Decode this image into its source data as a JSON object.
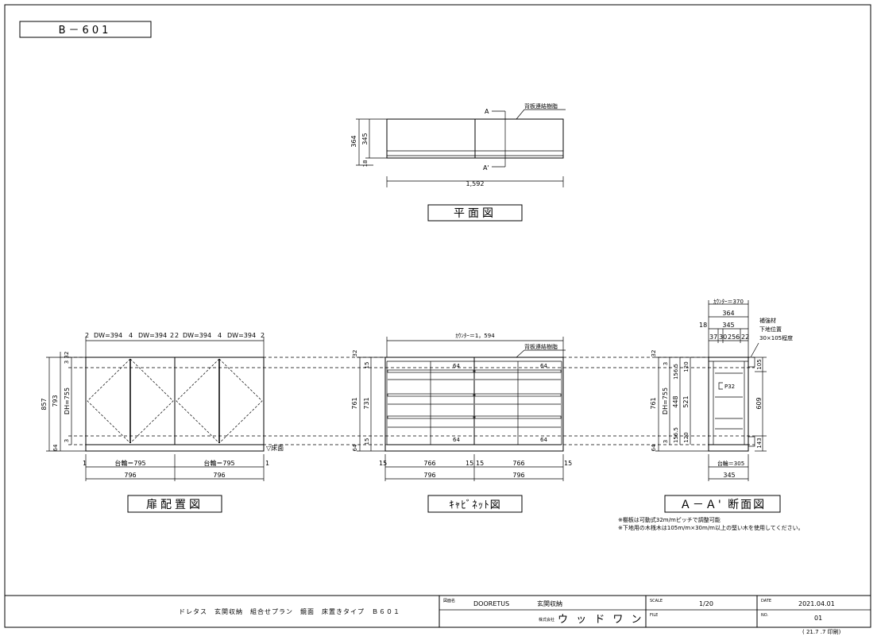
{
  "drawing_id": "B－601",
  "views": {
    "plan": {
      "title": "平面図",
      "section_a": "A",
      "section_a2": "A'",
      "back_panel_note": "背板連結樹脂",
      "dim_width": "1,592",
      "dim_depth_total": "364",
      "dim_depth_inner": "345",
      "dim_depth_back": "18"
    },
    "door": {
      "title": "扉配置図",
      "top_dims": [
        "2",
        "DW=394",
        "4",
        "DW=394",
        "2",
        "2",
        "DW=394",
        "4",
        "DW=394",
        "2"
      ],
      "left_dims": [
        "32",
        "3",
        "857",
        "793",
        "DH=755",
        "3",
        "64"
      ],
      "floor_label": "▽床面",
      "base_dims": [
        "台輪＝795",
        "台輪＝795"
      ],
      "end_dims": [
        "1",
        "1"
      ],
      "bottom_dims": [
        "796",
        "796"
      ]
    },
    "cabinet": {
      "title": "ｷｬﾋﾞﾈｯﾄ図",
      "counter_width": "ｶｳﾝﾀｰ＝1，594",
      "back_panel_note": "背板連結樹脂",
      "left_dims": [
        "32",
        "15",
        "761",
        "731",
        "15",
        "64"
      ],
      "inner_dims": [
        "64",
        "64",
        "64",
        "64"
      ],
      "base_dims": [
        "15",
        "766",
        "15",
        "15",
        "766",
        "15"
      ],
      "bottom_dims": [
        "796",
        "796"
      ]
    },
    "section": {
      "title": "Ａ－Ａ' 断面図",
      "counter_depth": "ｶｳﾝﾀｰ＝370",
      "depth_dims": [
        "364",
        "18",
        "345"
      ],
      "part_dims": [
        "37",
        "30",
        "256",
        "22"
      ],
      "reinforce_note": [
        "補強材",
        "下地位置",
        "30×105程度"
      ],
      "left_dims": [
        "32",
        "3",
        "156.5",
        "761",
        "DH=755",
        "448",
        "521",
        "156.5",
        "3",
        "64"
      ],
      "small_dims": [
        "120",
        "120"
      ],
      "right_dims": [
        "105",
        "609",
        "143"
      ],
      "pitch_label": "P32",
      "base_dim": "台輪＝305",
      "bottom_dim": "345"
    }
  },
  "notes": [
    "※棚板は可動式32m/mピッチで調整可能",
    "※下地用の木桟木は105m/m×30m/m以上の堅い木を使用してください。"
  ],
  "title_block": {
    "description": "ドレタス　玄関収納　組合せプラン　鏡面　床置きタイプ　Ｂ６０１",
    "drawing_name_label": "図面名",
    "drawing_name": "DOORETUS",
    "drawing_name_2": "玄関収納",
    "company_label": "株式会社",
    "company": "ウ ッ ド ワ ン",
    "scale_label": "SCALE",
    "scale": "1/20",
    "date_label": "DATE",
    "date": "2021.04.01",
    "file_label": "FILE",
    "file": "",
    "no_label": "NO.",
    "no": "01",
    "printed": "( 21.7 .7  印刷)"
  }
}
